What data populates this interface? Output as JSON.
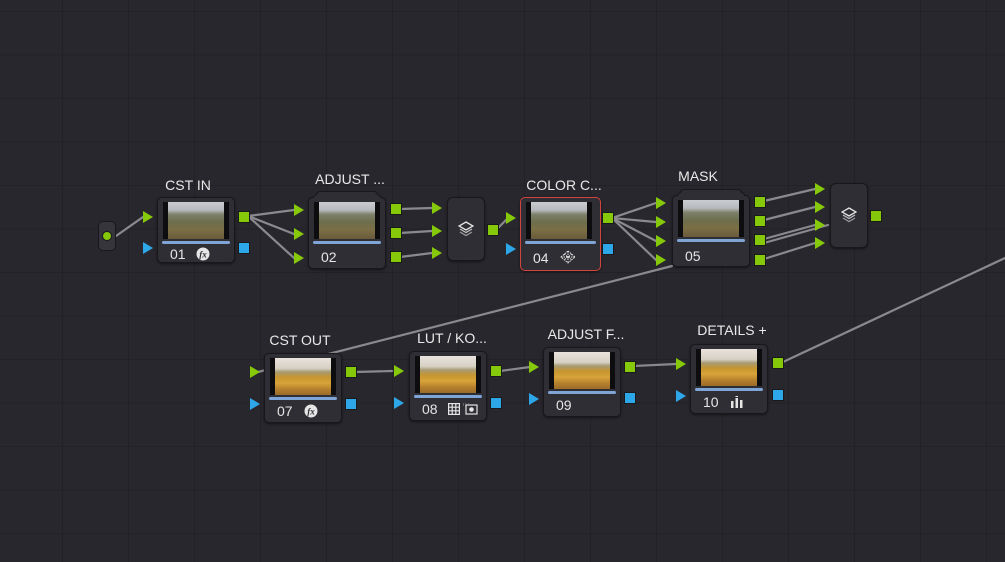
{
  "app": "Node Graph",
  "colors": {
    "background": "#28272d",
    "node": "#2e2e34",
    "rgb_port": "#86c80a",
    "key_port": "#2ea7e8",
    "selected_border": "#d2453e",
    "link": "#8a8a8e"
  },
  "nodes": [
    {
      "id": "01",
      "label": "CST IN",
      "number": "01",
      "icon": "fx-icon",
      "icon_glyph": "fx",
      "thumb": "green",
      "selected": false
    },
    {
      "id": "02",
      "label": "ADJUST ...",
      "number": "02",
      "icon": "",
      "thumb": "green",
      "selected": false,
      "stacked": true
    },
    {
      "id": "04",
      "label": "COLOR C...",
      "number": "04",
      "icon": "color-warper-icon",
      "thumb": "green",
      "selected": true
    },
    {
      "id": "05",
      "label": "MASK",
      "number": "05",
      "icon": "",
      "thumb": "green",
      "selected": false,
      "stacked": true
    },
    {
      "id": "07",
      "label": "CST OUT",
      "number": "07",
      "icon": "fx-icon",
      "icon_glyph": "fx",
      "thumb": "golden",
      "selected": false
    },
    {
      "id": "08",
      "label": "LUT / KO...",
      "number": "08",
      "icon": "lut-grid-icon key-icon",
      "thumb": "golden",
      "selected": false
    },
    {
      "id": "09",
      "label": "ADJUST F...",
      "number": "09",
      "icon": "",
      "thumb": "golden",
      "selected": false
    },
    {
      "id": "10",
      "label": "DETAILS +",
      "number": "10",
      "icon": "bars-icon",
      "thumb": "golden",
      "selected": false
    }
  ],
  "mixers": [
    {
      "id": "layer-mixer-1",
      "icon": "layers-icon",
      "inputs": 3
    },
    {
      "id": "layer-mixer-2",
      "icon": "layers-icon",
      "inputs": 4
    }
  ],
  "source": {
    "id": "source-input",
    "icon": "source-dot-icon"
  }
}
